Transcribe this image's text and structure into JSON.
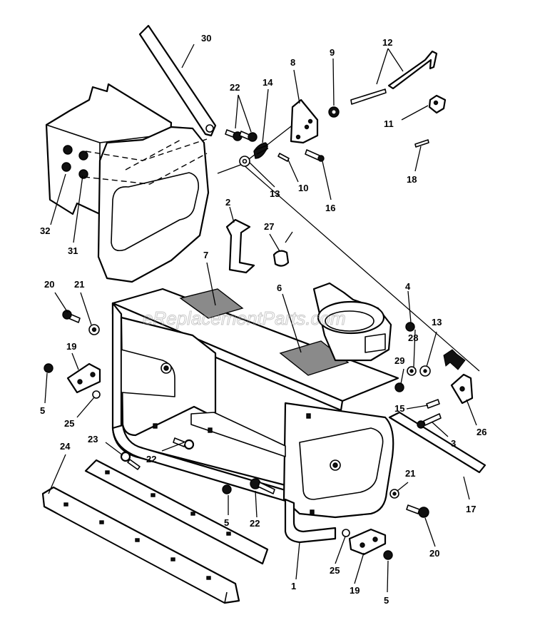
{
  "watermark": "eReplacementParts.com",
  "callouts": {
    "c1": "1",
    "c2": "2",
    "c3": "3",
    "c4": "4",
    "c5a": "5",
    "c5b": "5",
    "c5c": "5",
    "c6": "6",
    "c7": "7",
    "c8": "8",
    "c9": "9",
    "c10": "10",
    "c11": "11",
    "c12": "12",
    "c13a": "13",
    "c13b": "13",
    "c14": "14",
    "c15": "15",
    "c16": "16",
    "c17": "17",
    "c18": "18",
    "c19a": "19",
    "c19b": "19",
    "c20a": "20",
    "c20b": "20",
    "c21a": "21",
    "c21b": "21",
    "c22a": "22",
    "c22b": "22",
    "c22c": "22",
    "c23": "23",
    "c24": "24",
    "c25a": "25",
    "c25b": "25",
    "c26": "26",
    "c27": "27",
    "c28": "28",
    "c29": "29",
    "c30": "30",
    "c31": "31",
    "c32": "32"
  }
}
